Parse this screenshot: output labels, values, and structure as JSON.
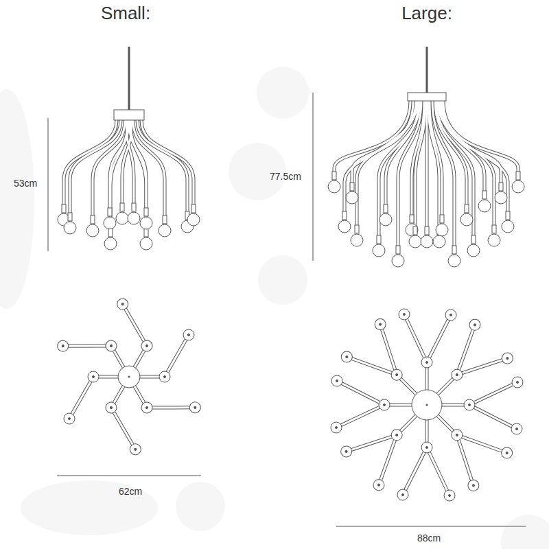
{
  "diagram": {
    "labels": [
      "Small:",
      "53cm",
      "62cm",
      "Large:",
      "77.5cm",
      "88cm"
    ]
  }
}
